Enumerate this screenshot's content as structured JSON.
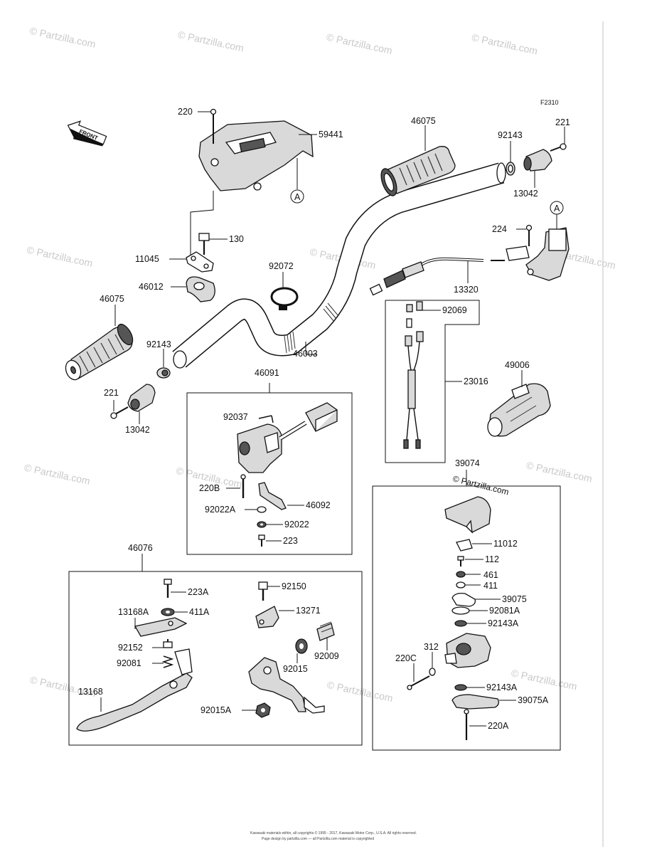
{
  "diagram_ref": "F2310",
  "front_arrow": "FRONT",
  "callout_a": "A",
  "watermark": "© Partzilla.com",
  "footer": {
    "line1": "Kawasaki materials within, all copyrights © 1995 - 2017, Kawasaki Motor Corp., U.S.A. All rights reserved.",
    "line2": "Page design by partzilla.com — all Partzilla.com material is copyrighted"
  },
  "parts": {
    "p220": "220",
    "p59441": "59441",
    "p46075_r": "46075",
    "p92143_r": "92143",
    "p221_r": "221",
    "p13042_r": "13042",
    "p130": "130",
    "p11045": "11045",
    "p92072": "92072",
    "p224": "224",
    "p46012": "46012",
    "p13320": "13320",
    "p46075_l": "46075",
    "p92069": "92069",
    "p46003": "46003",
    "p92143_l": "92143",
    "p23016": "23016",
    "p49006": "49006",
    "p46091": "46091",
    "p221_l": "221",
    "p13042_l": "13042",
    "p92037": "92037",
    "p39074": "39074",
    "p220B": "220B",
    "p46092": "46092",
    "p92022A": "92022A",
    "p92022": "92022",
    "p223": "223",
    "p11012": "11012",
    "p112": "112",
    "p46076": "46076",
    "p461": "461",
    "p411": "411",
    "p223A": "223A",
    "p92150": "92150",
    "p39075": "39075",
    "p13168A": "13168A",
    "p411A": "411A",
    "p13271": "13271",
    "p92081A": "92081A",
    "p92143A_1": "92143A",
    "p92152": "92152",
    "p92009": "92009",
    "p312": "312",
    "p92081": "92081",
    "p92015": "92015",
    "p220C": "220C",
    "p92143A_2": "92143A",
    "p13168": "13168",
    "p39075A": "39075A",
    "p92015A": "92015A",
    "p220A": "220A"
  }
}
